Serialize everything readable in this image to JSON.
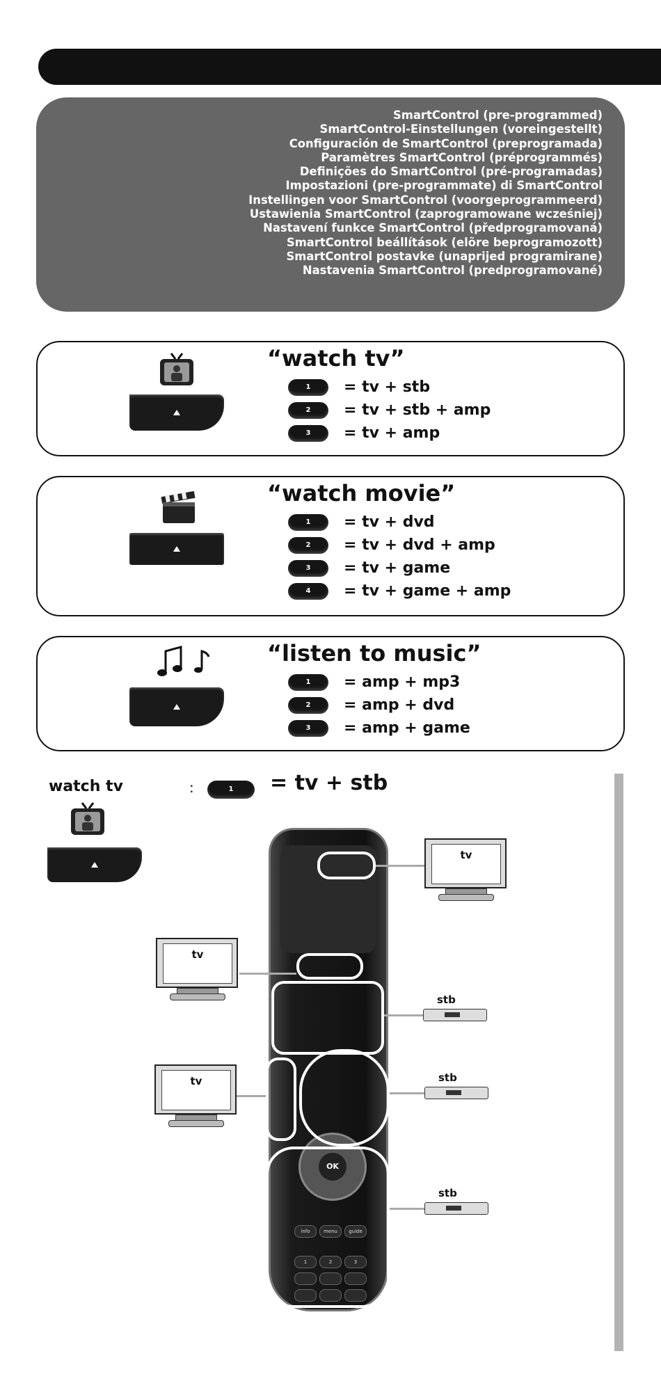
{
  "header": {
    "languages": [
      "SmartControl (pre-programmed)",
      "SmartControl-Einstellungen (voreingestellt)",
      "Configuración de SmartControl (preprogramada)",
      "Paramètres SmartControl (préprogrammés)",
      "Definições do SmartControl (pré-programadas)",
      "Impostazioni (pre-programmate) di SmartControl",
      "Instellingen voor SmartControl (voorgeprogrammeerd)",
      "Ustawienia SmartControl (zaprogramowane wcześniej)",
      "Nastavení funkce SmartControl (předprogramovaná)",
      "SmartControl beállítások (elõre beprogramozott)",
      "SmartControl postavke (unaprijed programirane)",
      "Nastavenia SmartControl (predprogramované)"
    ]
  },
  "modes": [
    {
      "title": "“watch tv”",
      "rows": [
        {
          "num": "1",
          "text": "= tv + stb"
        },
        {
          "num": "2",
          "text": "= tv + stb + amp"
        },
        {
          "num": "3",
          "text": "= tv + amp"
        }
      ]
    },
    {
      "title": "“watch movie”",
      "rows": [
        {
          "num": "1",
          "text": "= tv + dvd"
        },
        {
          "num": "2",
          "text": "= tv + dvd + amp"
        },
        {
          "num": "3",
          "text": "= tv + game"
        },
        {
          "num": "4",
          "text": "= tv + game + amp"
        }
      ]
    },
    {
      "title": "“listen to music”",
      "rows": [
        {
          "num": "1",
          "text": "= amp + mp3"
        },
        {
          "num": "2",
          "text": "= amp + dvd"
        },
        {
          "num": "3",
          "text": "= amp + game"
        }
      ]
    }
  ],
  "example": {
    "label": "watch tv",
    "colon": ":",
    "num": "1",
    "equation": "= tv + stb",
    "targets": {
      "tv_top": "tv",
      "tv_left1": "tv",
      "tv_left2": "tv",
      "stb1": "stb",
      "stb2": "stb",
      "stb3": "stb"
    },
    "remote_keys": {
      "ok": "OK",
      "info": "info",
      "menu": "menu",
      "guide": "guide",
      "one": "1",
      "two": "2",
      "three": "3"
    }
  }
}
